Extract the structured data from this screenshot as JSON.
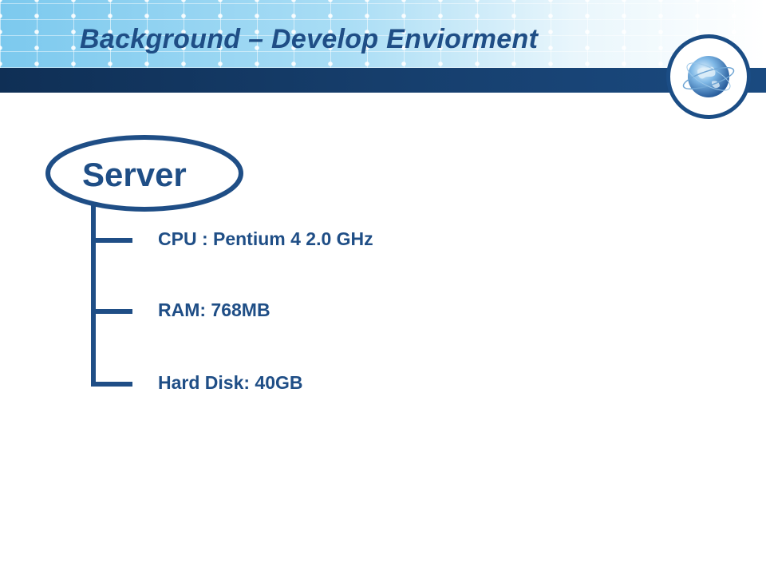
{
  "slide": {
    "title": "Background – Develop Enviorment",
    "icon": "globe-icon",
    "colors": {
      "primary": "#1f4e86",
      "dark_bar": "#163e6c",
      "header_light": "#a9ddf5"
    }
  },
  "diagram": {
    "root": "Server",
    "items": [
      {
        "label": "CPU : Pentium 4 2.0 GHz"
      },
      {
        "label": "RAM: 768MB"
      },
      {
        "label": "Hard Disk: 40GB"
      }
    ]
  }
}
